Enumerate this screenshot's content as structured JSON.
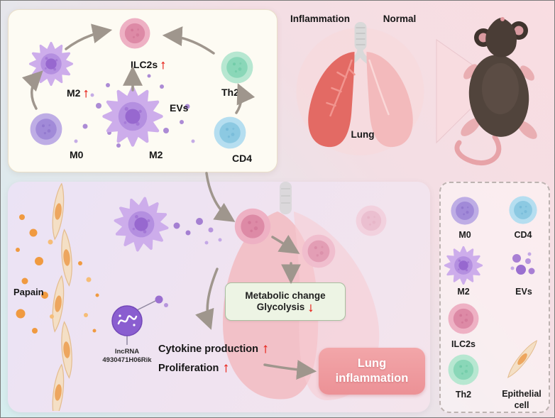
{
  "symbols": {
    "up": "↑",
    "down": "↓"
  },
  "colors": {
    "background_pink": "#f8dfe3",
    "background_cyan": "#d6edee",
    "red_arrow": "#e8322a",
    "gray_arrow": "#9f968d",
    "inflamed_lung": "#e36a64",
    "normal_lung": "#f3babc",
    "m0_cell": "#a18ad8",
    "m2_cell": "#b48fe0",
    "cd4_cell": "#8cc9e2",
    "th2_cell": "#8ad7b8",
    "ilc2_cell": "#dd8aa6",
    "ev_dot": "#a47fd2",
    "papain_dot": "#f09a40",
    "epithelial_cell": "#f4dfc5",
    "metabolic_box_bg": "#edf4e4",
    "outcome_box_bg": "#ef9b9d"
  },
  "cycle_panel": {
    "m2_top_label": "M2",
    "ilc2s_label": "ILC2s",
    "th2_label": "Th2",
    "m0_label": "M0",
    "m2_center_label": "M2",
    "cd4_label": "CD4",
    "evs_label": "EVs"
  },
  "lung_view": {
    "inflammation_label": "Inflammation",
    "normal_label": "Normal",
    "lung_label": "Lung"
  },
  "mechanism_panel": {
    "papain_label": "Papain",
    "lncrna_line1": "lncRNA",
    "lncrna_line2": "4930471H06Rik",
    "metabolic_line1": "Metabolic change",
    "metabolic_line2": "Glycolysis",
    "cytokine_label": "Cytokine production",
    "proliferation_label": "Proliferation",
    "outcome_line1": "Lung",
    "outcome_line2": "inflammation"
  },
  "legend": {
    "m0_label": "M0",
    "cd4_label": "CD4",
    "m2_label": "M2",
    "evs_label": "EVs",
    "ilc2s_label": "ILC2s",
    "th2_label": "Th2",
    "epithelial_line1": "Epithelial",
    "epithelial_line2": "cell"
  }
}
